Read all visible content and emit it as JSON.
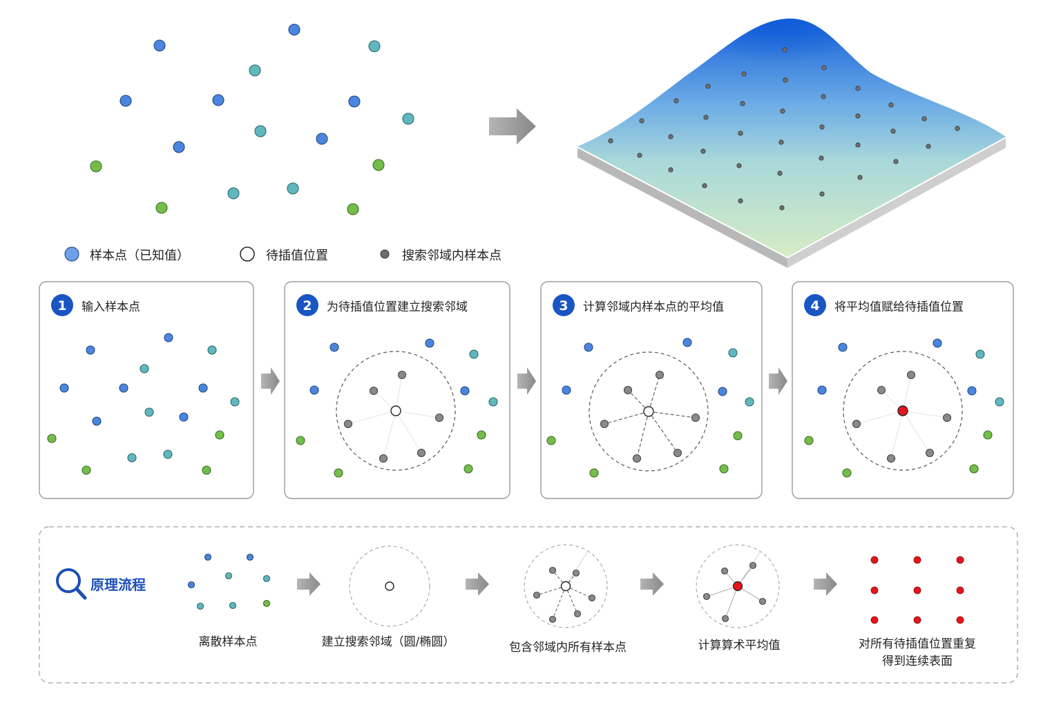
{
  "colors": {
    "blue": "#4a86e0",
    "teal": "#5fb8bd",
    "green": "#74bd4a",
    "gray": "#8a8a8a",
    "red": "#e8141b",
    "badge": "#1a55c4",
    "title_blue": "#1c4fb8",
    "arrow": "#9a9a9a"
  },
  "legend": {
    "sample": "样本点（已知值）",
    "target": "待插值位置",
    "neighbor": "搜索邻域内样本点"
  },
  "steps": [
    {
      "num": "1",
      "title": "输入样本点"
    },
    {
      "num": "2",
      "title": "为待插值位置建立搜索邻域"
    },
    {
      "num": "3",
      "title": "计算邻域内样本点的平均值"
    },
    {
      "num": "4",
      "title": "将平均值赋给待插值位置"
    }
  ],
  "flow": {
    "title": "原理流程",
    "icon": "magnifier-icon",
    "captions": [
      "离散样本点",
      "建立搜索邻域（圆/椭圆）",
      "包含邻域内所有样本点",
      "计算算术平均值",
      "对所有待插值位置重复",
      "得到连续表面"
    ]
  }
}
